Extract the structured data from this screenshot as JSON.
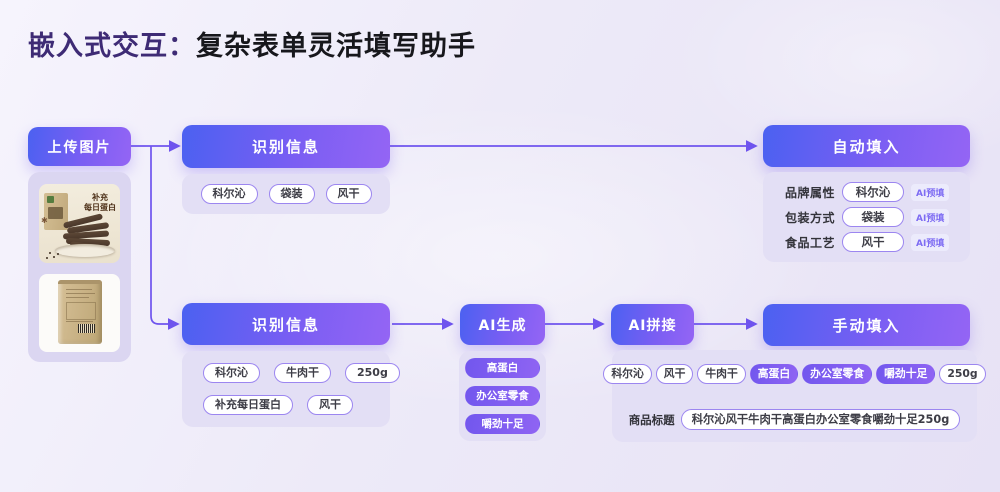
{
  "title": {
    "highlight": "嵌入式交互：",
    "rest": "复杂表单灵活填写助手"
  },
  "upload": {
    "label": "上传图片"
  },
  "images": {
    "badge_line1": "补充",
    "badge_line2": "每日蛋白"
  },
  "flow_top": {
    "recognize_label": "识别信息",
    "tags": [
      "科尔沁",
      "袋装",
      "风干"
    ],
    "autofill_label": "自动填入",
    "fields": [
      {
        "label": "品牌属性",
        "value": "科尔沁",
        "badge": "AI预填"
      },
      {
        "label": "包装方式",
        "value": "袋装",
        "badge": "AI预填"
      },
      {
        "label": "食品工艺",
        "value": "风干",
        "badge": "AI预填"
      }
    ]
  },
  "flow_bottom": {
    "recognize_label": "识别信息",
    "tags_row1": [
      "科尔沁",
      "牛肉干",
      "250g"
    ],
    "tags_row2": [
      "补充每日蛋白",
      "风干"
    ],
    "ai_generate_label": "AI生成",
    "generated_tags": [
      "高蛋白",
      "办公室零食",
      "嚼劲十足"
    ],
    "ai_join_label": "AI拼接",
    "manual_label": "手动填入",
    "joined_tags": [
      {
        "text": "科尔沁",
        "filled": false
      },
      {
        "text": "风干",
        "filled": false
      },
      {
        "text": "牛肉干",
        "filled": false
      },
      {
        "text": "高蛋白",
        "filled": true
      },
      {
        "text": "办公室零食",
        "filled": true
      },
      {
        "text": "嚼劲十足",
        "filled": true
      },
      {
        "text": "250g",
        "filled": false
      }
    ],
    "result_label": "商品标题",
    "result_value": "科尔沁风干牛肉干高蛋白办公室零食嚼劲十足250g"
  },
  "colors": {
    "accent_arrow": "#6f54ee",
    "button_gradient_start": "#4b61f1",
    "button_gradient_end": "#9465f4",
    "panel_bg": "#e3dff5",
    "filled_tag": "#7e62ef",
    "badge_text": "#7e6cf3",
    "title_highlight": "#3e2b75"
  }
}
